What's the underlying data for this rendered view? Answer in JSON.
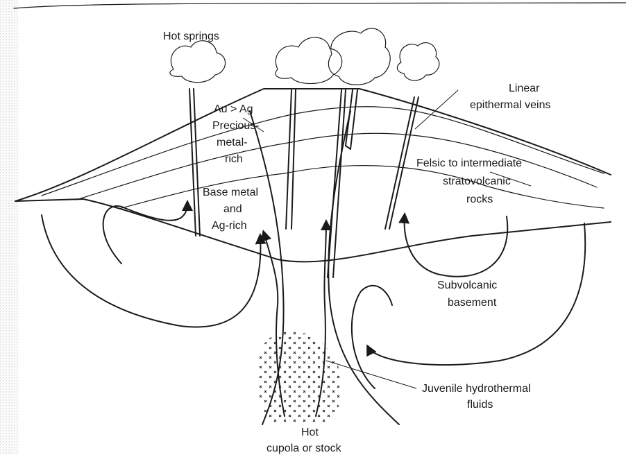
{
  "labels": {
    "hot_springs": "Hot springs",
    "linear_veins_1": "Linear",
    "linear_veins_2": "epithermal veins",
    "au_ag": "Au > Ag",
    "precious_1": "Precious-",
    "precious_2": "metal-",
    "precious_3": "rich",
    "felsic_1": "Felsic to intermediate",
    "felsic_2": "stratovolcanic",
    "felsic_3": "rocks",
    "base_1": "Base metal",
    "base_2": "and",
    "base_3": "Ag-rich",
    "subvolcanic_1": "Subvolcanic",
    "subvolcanic_2": "basement",
    "juvenile_1": "Juvenile hydrothermal",
    "juvenile_2": "fluids",
    "hot_1": "Hot",
    "hot_2": "cupola or stock"
  },
  "colors": {
    "ink": "#1a1a1a",
    "stipple": "#d0d0d0",
    "paper": "#ffffff"
  }
}
